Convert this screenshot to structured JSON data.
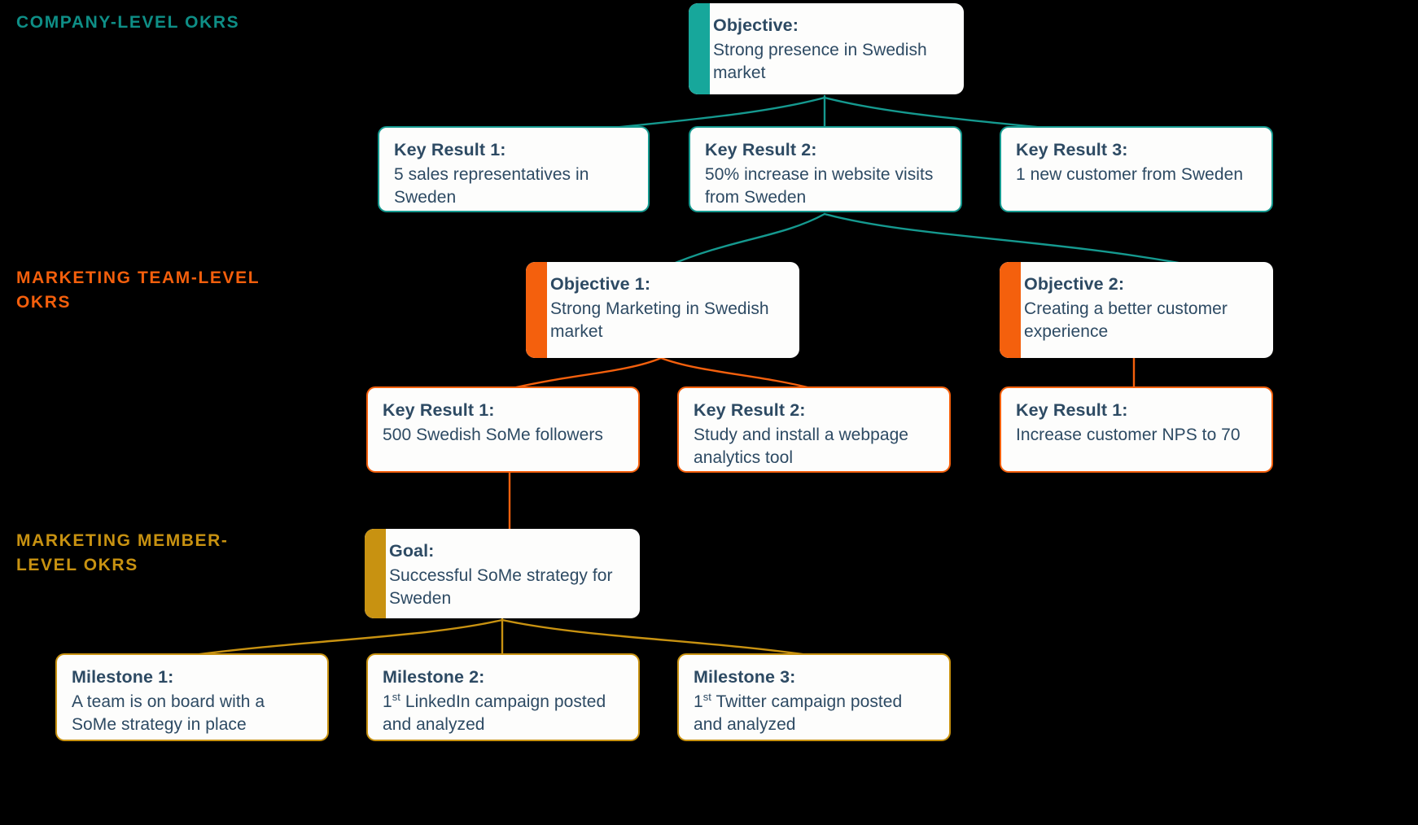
{
  "diagram": {
    "title": "OKR cascade: company, marketing team and marketing member levels",
    "background": "#000000",
    "colors": {
      "company_accent": "#17A79B",
      "company_caption": "#0E8E86",
      "team_accent": "#F4600D",
      "team_caption": "#F45F0C",
      "member_accent": "#C89211",
      "member_caption": "#C89211",
      "box_background": "#FDFDFC",
      "text": "#2D4A63"
    }
  },
  "levels": {
    "company": {
      "caption": "COMPANY-LEVEL OKRS"
    },
    "team": {
      "caption": "MARKETING TEAM-LEVEL\nOKRS"
    },
    "member": {
      "caption": "MARKETING MEMBER-\nLEVEL OKRS"
    }
  },
  "company": {
    "objective": {
      "title": "Objective:",
      "body": "Strong presence in Swedish market"
    },
    "key_results": [
      {
        "title": "Key Result 1:",
        "body": "5 sales representatives in Sweden"
      },
      {
        "title": "Key Result 2:",
        "body": "50% increase in website visits from Sweden"
      },
      {
        "title": "Key Result 3:",
        "body": "1 new customer from Sweden"
      }
    ]
  },
  "team": {
    "objectives": [
      {
        "title": "Objective 1:",
        "body": "Strong Marketing in Swedish market"
      },
      {
        "title": "Objective 2:",
        "body": "Creating a better customer experience"
      }
    ],
    "key_results": [
      {
        "title": "Key Result 1:",
        "body": "500 Swedish SoMe followers"
      },
      {
        "title": "Key Result 2:",
        "body": "Study and install a webpage analytics tool"
      },
      {
        "title": "Key Result 1:",
        "body": "Increase customer NPS to 70"
      }
    ]
  },
  "member": {
    "goal": {
      "title": "Goal:",
      "body": "Successful SoMe strategy for Sweden"
    },
    "milestones": [
      {
        "title": "Milestone 1:",
        "body_html": "A team is on board with a SoMe strategy in place"
      },
      {
        "title": "Milestone 2:",
        "body_html": "1<sup>st</sup> LinkedIn campaign posted and analyzed"
      },
      {
        "title": "Milestone 3:",
        "body_html": "1<sup>st</sup> Twitter campaign posted and analyzed"
      }
    ]
  }
}
